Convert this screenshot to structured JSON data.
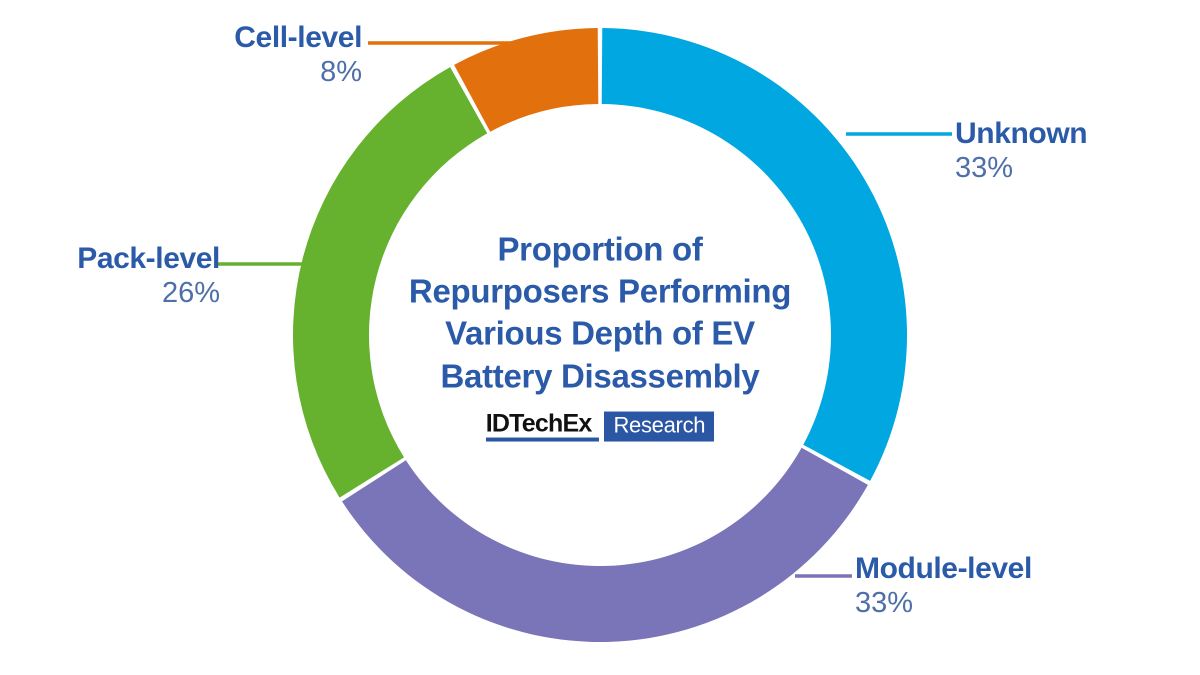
{
  "chart_data": {
    "type": "pie",
    "variant": "donut",
    "title": "Proportion of\nRepurposers Performing\nVarious Depth of EV\nBattery Disassembly",
    "xlabel": "",
    "ylabel": "",
    "legend_position": "callout-labels",
    "grid": false,
    "units": "percent",
    "categories": [
      "Unknown",
      "Module-level",
      "Pack-level",
      "Cell-level"
    ],
    "values": [
      33,
      33,
      26,
      8
    ],
    "slices": [
      {
        "label": "Unknown",
        "value": 33,
        "value_text": "33%",
        "color": "#00A7E1",
        "start_deg": 0,
        "end_deg": 118.8
      },
      {
        "label": "Module-level",
        "value": 33,
        "value_text": "33%",
        "color": "#7A74B8",
        "start_deg": 118.8,
        "end_deg": 237.6
      },
      {
        "label": "Pack-level",
        "value": 26,
        "value_text": "26%",
        "color": "#66B22E",
        "start_deg": 237.6,
        "end_deg": 331.2
      },
      {
        "label": "Cell-level",
        "value": 8,
        "value_text": "8%",
        "color": "#E2700D",
        "start_deg": 331.2,
        "end_deg": 360
      }
    ]
  },
  "center": {
    "title": "Proportion of\nRepurposers Performing\nVarious Depth of EV\nBattery Disassembly"
  },
  "logo": {
    "mark": "IDTechEx",
    "badge": "Research"
  },
  "callouts": {
    "cell": {
      "name": "Cell-level",
      "pct": "8%"
    },
    "pack": {
      "name": "Pack-level",
      "pct": "26%"
    },
    "unknown": {
      "name": "Unknown",
      "pct": "33%"
    },
    "module": {
      "name": "Module-level",
      "pct": "33%"
    }
  },
  "colors": {
    "unknown": "#00A7E1",
    "module": "#7A74B8",
    "pack": "#66B22E",
    "cell": "#E2700D",
    "title_blue": "#2B5BA8",
    "pct_blue": "#4F6FA8",
    "logo_blue": "#2B56A4",
    "background": "#FFFFFF"
  }
}
